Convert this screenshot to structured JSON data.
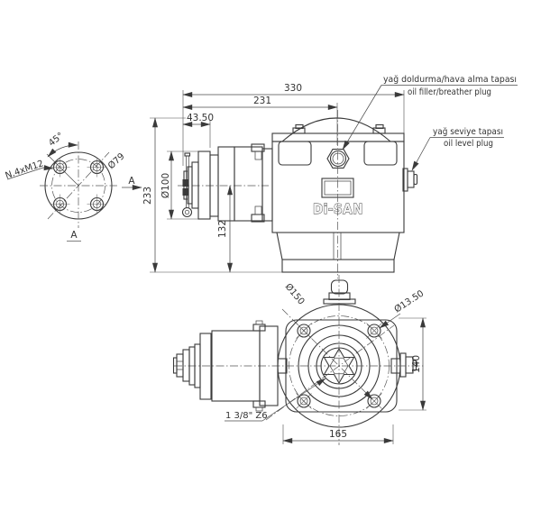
{
  "section_view": {
    "angle_dim": "45°",
    "bolt_spec": "N.4xM12",
    "bolt_circle_dim": "Ø79",
    "arrow_label": "A",
    "view_label": "A"
  },
  "side_view": {
    "dim_330": "330",
    "dim_231": "231",
    "dim_4350": "43.50",
    "dim_233": "233",
    "dim_dia100": "Ø100",
    "dim_132": "132",
    "breather_label_tr": "yağ doldurma/hava alma tapası",
    "breather_label_en": "oil filler/breather plug",
    "level_label_tr": "yağ seviye tapası",
    "level_label_en": "oil level plug",
    "brand": "Di-SAN"
  },
  "front_view": {
    "dim_dia150": "Ø150",
    "dim_dia1350": "Ø13.50",
    "dim_140": "140",
    "dim_165": "165",
    "spline_label": "1 3/8\" Z6"
  }
}
